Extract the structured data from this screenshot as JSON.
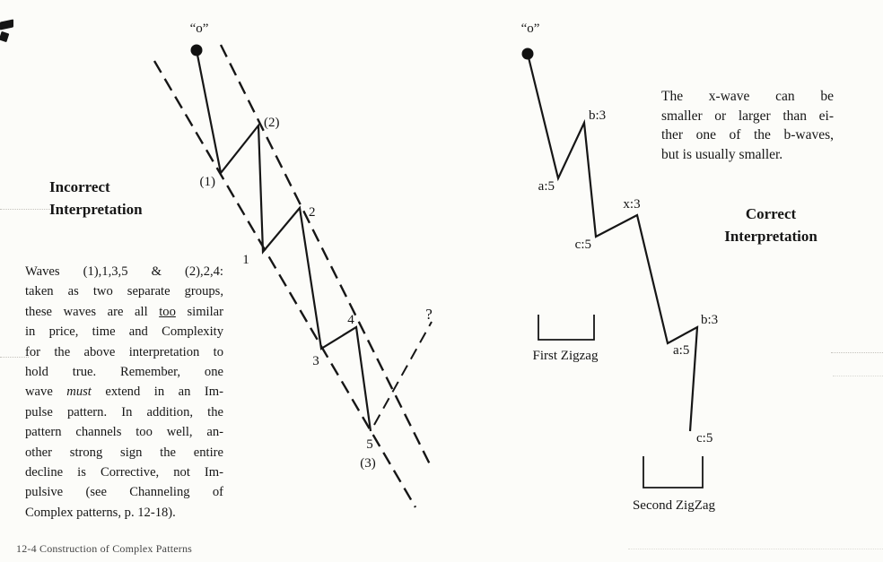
{
  "left": {
    "title_lines": [
      "Incorrect",
      "Interpretation"
    ],
    "paragraph_lines": [
      "Waves (1),1,3,5 & (2),2,4:",
      "taken as two separate groups,",
      [
        "these waves are all ",
        {
          "t": "too",
          "u": true
        },
        " similar"
      ],
      "in price, time and Complexity",
      "for the above interpretation to",
      "hold true.  Remember, one",
      [
        "wave ",
        {
          "t": "must",
          "i": true
        },
        " extend in an Im-"
      ],
      "pulse pattern.  In addition, the",
      "pattern channels too well, an-",
      "other strong sign the entire",
      "decline is Corrective, not Im-",
      "pulsive (see Channeling of",
      "Complex patterns, p. 12-18)."
    ]
  },
  "right": {
    "note_lines": [
      "The x-wave can be",
      "smaller or larger than ei-",
      "ther one of the b-waves,",
      "but is usually smaller."
    ],
    "title_lines": [
      "Correct",
      "Interpretation"
    ]
  },
  "diagram_left": {
    "origin": "“o”",
    "labels": {
      "w1p": "(1)",
      "w2p": "(2)",
      "w1": "1",
      "w2": "2",
      "w3": "3",
      "w4": "4",
      "w5": "5",
      "w3p": "(3)",
      "question": "?"
    }
  },
  "diagram_right": {
    "origin": "“o”",
    "labels": {
      "a1": "a:5",
      "b1": "b:3",
      "c1": "c:5",
      "x": "x:3",
      "a2": "a:5",
      "b2": "b:3",
      "c2": "c:5"
    },
    "first_zigzag": "First Zigzag",
    "second_zigzag": "Second ZigZag"
  },
  "footer": {
    "text": "12-4  Construction of Complex Patterns"
  }
}
